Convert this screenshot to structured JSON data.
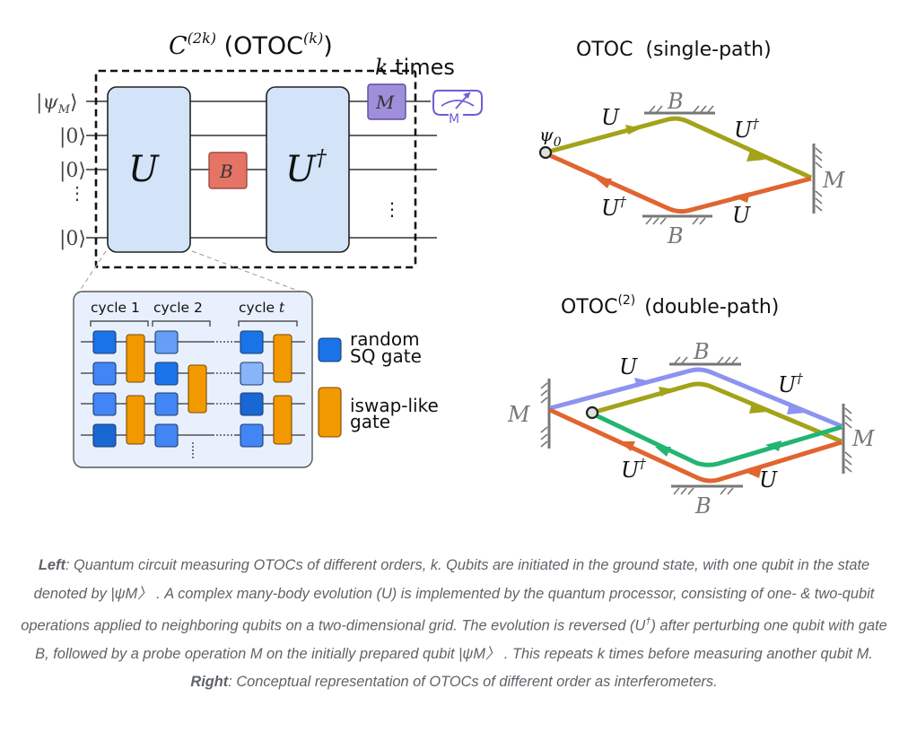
{
  "circuit": {
    "title_main": "C",
    "title_sup": "(2k)",
    "title_paren_open": " (OTOC",
    "title_sup2": "(k)",
    "title_paren_close": ")",
    "repeat_k": "k",
    "repeat_label": " times",
    "qubit_labels": [
      "|ψM⟩",
      "|0⟩",
      "|0⟩",
      "⋮",
      "|0⟩"
    ],
    "psi": "ψ",
    "psi_sub": "M",
    "zero": "|0⟩",
    "gate_U": "U",
    "gate_Udag": "U",
    "dagger": "†",
    "gate_B": "B",
    "gate_M": "M",
    "measure_label": "M",
    "colors": {
      "U_block": "#d3e3f8",
      "B_gate": "#e57366",
      "M_gate": "#9f8fdb",
      "measure": "#6a5fd6"
    }
  },
  "inset": {
    "cycles": [
      {
        "label": "cycle 1",
        "italic": ""
      },
      {
        "label": "cycle 2",
        "italic": ""
      },
      {
        "label": "cycle ",
        "italic": "t"
      }
    ],
    "legend": [
      {
        "line1": "random",
        "line2": "SQ gate",
        "color": "#1a73e8"
      },
      {
        "line1": "iswap-like",
        "line2": "gate",
        "color": "#f29900"
      }
    ],
    "colors": {
      "background": "#e8f0fe",
      "sq_dark": "#1967d2",
      "sq_mid": "#4285f4",
      "sq_light": "#8ab4f8",
      "iswap": "#f29900"
    }
  },
  "single_path": {
    "title": "OTOC",
    "subtitle": "(single-path)",
    "psi0": "ψ",
    "psi0_sub": "0",
    "labels": {
      "U_top": "U",
      "Udag_top": "U",
      "Udag_bottom": "U",
      "U_bottom": "U",
      "dagger": "†",
      "B_top": "B",
      "B_bottom": "B",
      "M": "M"
    },
    "colors": {
      "forward": "#a3a31a",
      "backward": "#e06530",
      "mirror": "#777777"
    }
  },
  "double_path": {
    "title": "OTOC",
    "title_sup": "(2)",
    "subtitle": "(double-path)",
    "labels": {
      "U_top": "U",
      "Udag_top": "U",
      "Udag_bottom": "U",
      "U_bottom": "U",
      "dagger": "†",
      "B_top": "B",
      "B_bottom": "B",
      "M_left": "M",
      "M_right": "M"
    },
    "colors": {
      "blue": "#8c93f0",
      "olive": "#a3a31a",
      "green": "#22b573",
      "orange": "#e06530",
      "mirror": "#777777"
    }
  },
  "caption": {
    "left_bold": "Left",
    "part1": ": Quantum circuit measuring OTOCs of different orders, k. Qubits are initiated in the ground state, with one qubit in the state denoted by |ψM〉 . A complex many-body evolution (U) is implemented by the quantum processor, consisting of one- & two-qubit operations applied to neighboring qubits on a two-dimensional grid. The evolution is reversed (U",
    "dagger": "†",
    "part2": ") after perturbing one qubit with gate B, followed by a probe operation M on the initially prepared qubit |ψM〉 . This repeats k times before measuring another qubit M. ",
    "right_bold": "Right",
    "part3": ": Conceptual representation of OTOCs of different order as interferometers."
  }
}
